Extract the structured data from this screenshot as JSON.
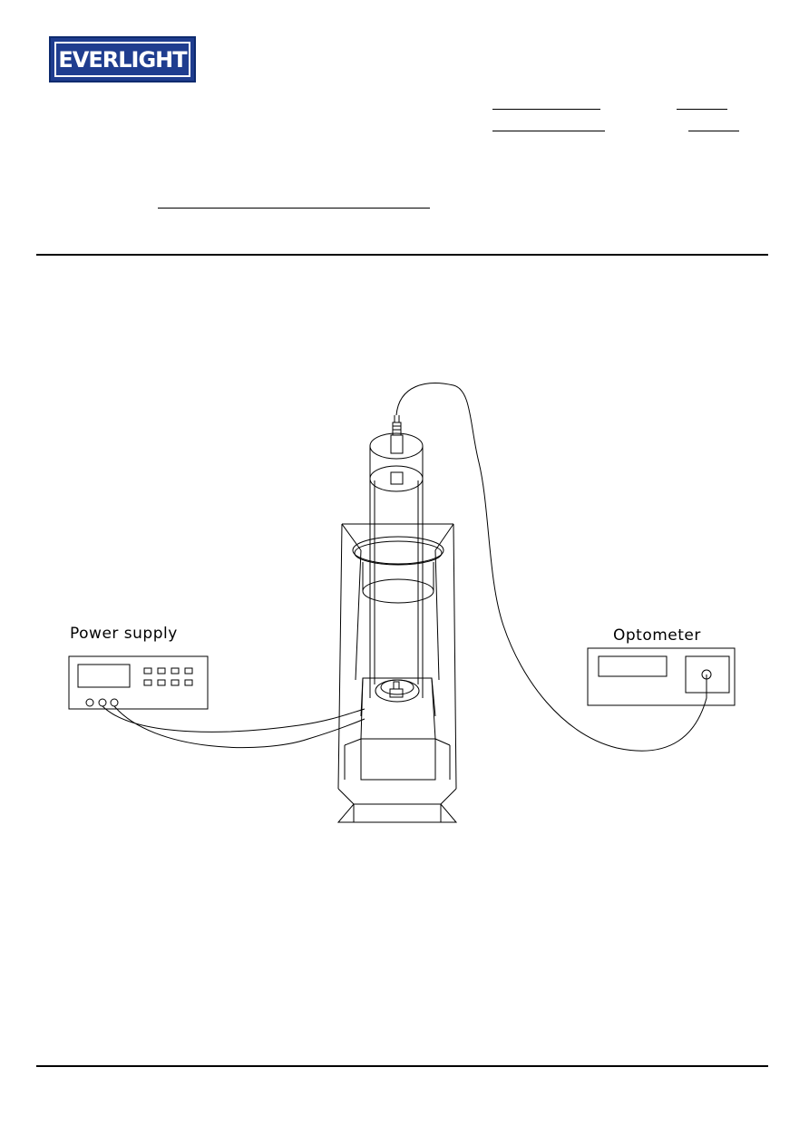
{
  "header": {
    "logo_text": "EVERLIGHT"
  },
  "figure": {
    "power_supply_label": "Power  supply",
    "optometer_label": "Optometer"
  }
}
